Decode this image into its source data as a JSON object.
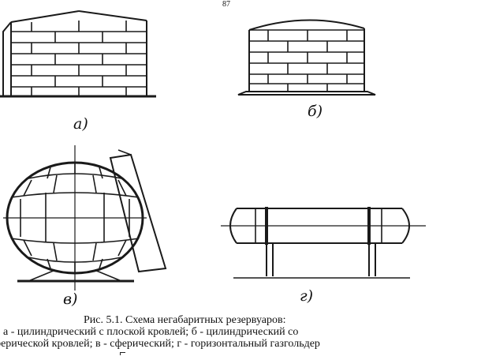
{
  "page": {
    "number": "87"
  },
  "diagram": {
    "labels": {
      "a": "a)",
      "b": "б)",
      "v": "в)",
      "g": "г)"
    }
  },
  "caption": {
    "title": "Рис. 5.1. Схема негабаритных резервуаров:",
    "line1": "а - цилиндрический с плоской кровлей; б - цилиндрический со",
    "line2": "ферической кровлей; в - сферический; г - горизонтальный газгольдер"
  }
}
